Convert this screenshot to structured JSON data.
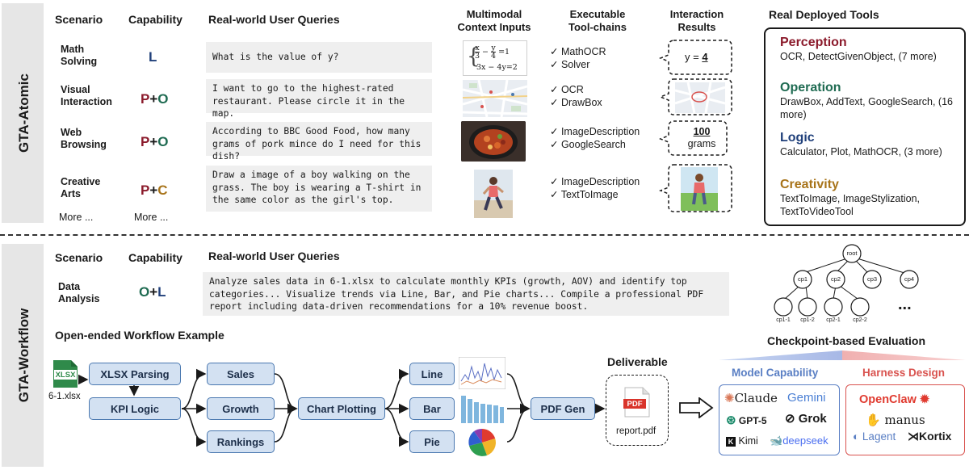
{
  "atomic": {
    "side_label": "GTA-Atomic",
    "headers": {
      "scenario": "Scenario",
      "capability": "Capability",
      "queries": "Real-world User Queries",
      "inputs": "Multimodal Context Inputs",
      "toolchains": "Executable Tool-chains",
      "results": "Interaction Results",
      "deployed": "Real Deployed Tools"
    },
    "rows": [
      {
        "scenario": "Math Solving",
        "cap_parts": [
          {
            "t": "L",
            "c": "#1f3f7a"
          }
        ],
        "query": "What is the value of y?",
        "tools": [
          "MathOCR",
          "Solver"
        ]
      },
      {
        "scenario": "Visual Interaction",
        "cap_parts": [
          {
            "t": "P",
            "c": "#8b1a2b"
          },
          {
            "t": "+",
            "c": "#1a1a1a"
          },
          {
            "t": "O",
            "c": "#1f6b52"
          }
        ],
        "query": "I want to go to the highest-rated restaurant. Please circle it in the map.",
        "tools": [
          "OCR",
          "DrawBox"
        ]
      },
      {
        "scenario": "Web Browsing",
        "cap_parts": [
          {
            "t": "P",
            "c": "#8b1a2b"
          },
          {
            "t": "+",
            "c": "#1a1a1a"
          },
          {
            "t": "O",
            "c": "#1f6b52"
          }
        ],
        "query": "According to BBC Good Food, how many grams of pork mince do I need for this dish?",
        "tools": [
          "ImageDescription",
          "GoogleSearch"
        ]
      },
      {
        "scenario": "Creative Arts",
        "cap_parts": [
          {
            "t": "P",
            "c": "#8b1a2b"
          },
          {
            "t": "+",
            "c": "#1a1a1a"
          },
          {
            "t": "C",
            "c": "#a8741a"
          }
        ],
        "query": "Draw a image of a boy walking on the grass. The boy is wearing a T-shirt in the same color as the girl's top.",
        "tools": [
          "ImageDescription",
          "TextToImage"
        ]
      }
    ],
    "more_scenario": "More ...",
    "more_capability": "More ...",
    "math_input": {
      "line1_a": "x",
      "line1_a_den": "3",
      "line1_b": "y",
      "line1_b_den": "4",
      "line1_rhs": "=1",
      "line2": "3x − 4y=2"
    },
    "results": {
      "math": "y = ",
      "math_value": "4",
      "web_value": "100",
      "web_unit": "grams"
    },
    "deployed": [
      {
        "title": "Perception",
        "color": "#8b1a2b",
        "text": "OCR, DetectGivenObject, (7 more)"
      },
      {
        "title": "Operation",
        "color": "#1f6b52",
        "text": "DrawBox, AddText, GoogleSearch, (16 more)"
      },
      {
        "title": "Logic",
        "color": "#1f3f7a",
        "text": "Calculator, Plot, MathOCR, (3 more)"
      },
      {
        "title": "Creativity",
        "color": "#a8741a",
        "text": "TextToImage, ImageStylization, TextToVideoTool"
      }
    ]
  },
  "workflow": {
    "side_label": "GTA-Workflow",
    "headers": {
      "scenario": "Scenario",
      "capability": "Capability",
      "queries": "Real-world User Queries"
    },
    "row": {
      "scenario": "Data Analysis",
      "cap_parts": [
        {
          "t": "O",
          "c": "#1f6b52"
        },
        {
          "t": "+",
          "c": "#1a1a1a"
        },
        {
          "t": "L",
          "c": "#1f3f7a"
        }
      ],
      "query": "Analyze sales data in 6-1.xlsx to calculate monthly KPIs (growth, AOV) and identify top categories... Visualize trends via Line, Bar, and Pie charts... Compile a professional PDF report including data-driven recommendations for a 10% revenue boost."
    },
    "example_title": "Open-ended Workflow Example",
    "file_icon": "XLSX",
    "file_name": "6-1.xlsx",
    "nodes": {
      "xlsx": "XLSX Parsing",
      "kpi": "KPI Logic",
      "sales": "Sales",
      "growth": "Growth",
      "rankings": "Rankings",
      "chart": "Chart Plotting",
      "line": "Line",
      "bar": "Bar",
      "pie": "Pie",
      "pdf": "PDF Gen"
    },
    "deliverable_title": "Deliverable",
    "pdf_icon": "PDF",
    "report_name": "report.pdf",
    "tree": {
      "root": "root",
      "level1": [
        "cp1",
        "cp2",
        "cp3",
        "cp4"
      ],
      "level2": [
        "cp1-1",
        "cp1-2",
        "cp2-1",
        "cp2-2"
      ],
      "ellipsis": "..."
    },
    "checkpoint_title": "Checkpoint-based Evaluation",
    "model_capability_title": "Model Capability",
    "harness_design_title": "Harness Design",
    "models": {
      "claude": "Claude",
      "gemini": "Gemini",
      "gpt": "GPT-5",
      "grok": "Grok",
      "kimi": "Kimi",
      "deepseek": "deepseek"
    },
    "harnesses": {
      "openclaw": "OpenClaw",
      "manus": "manus",
      "lagent": "Lagent",
      "kortix": "Kortix"
    },
    "colors": {
      "node_fill": "#d3e1f2",
      "node_border": "#4a78b0",
      "model_title": "#5a7fc4",
      "harness_title": "#d9534f"
    }
  }
}
